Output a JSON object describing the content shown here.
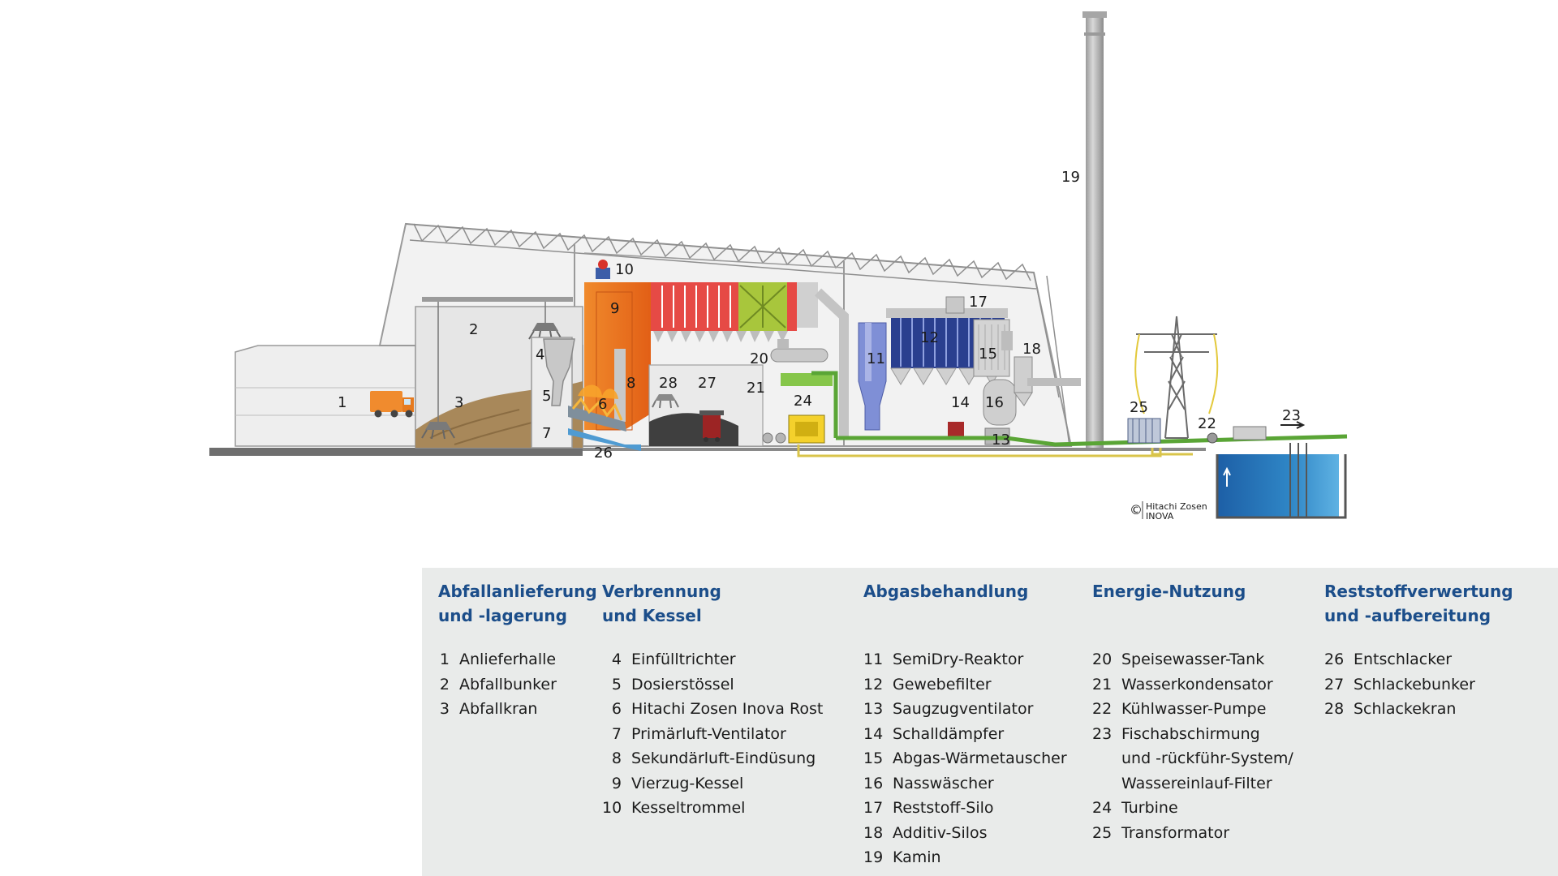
{
  "diagram": {
    "callouts": [
      "1",
      "2",
      "3",
      "4",
      "5",
      "6",
      "7",
      "8",
      "9",
      "10",
      "11",
      "12",
      "13",
      "14",
      "15",
      "16",
      "17",
      "18",
      "19",
      "20",
      "21",
      "22",
      "23",
      "24",
      "25",
      "26",
      "27",
      "28"
    ],
    "copyright": {
      "symbol": "©",
      "line1": "Hitachi Zosen",
      "line2": "INOVA"
    },
    "colors": {
      "building": "#eeeeee",
      "boiler": "#ef7a22",
      "flue_red": "#e4303c",
      "flue_green": "#a4c23a",
      "filter_blue": "#2a3f8f",
      "pipe_green": "#5aa536",
      "pipe_yellow": "#d9c44a",
      "water": "#2b7fc0",
      "legend_heading": "#1c4e8a"
    }
  },
  "legend": {
    "columns": [
      {
        "heading": "Abfallanlieferung\nund -lagerung",
        "items": [
          {
            "num": "1",
            "label": "Anlieferhalle"
          },
          {
            "num": "2",
            "label": "Abfallbunker"
          },
          {
            "num": "3",
            "label": "Abfallkran"
          }
        ]
      },
      {
        "heading": "Verbrennung\nund Kessel",
        "items": [
          {
            "num": "4",
            "label": "Einfülltrichter"
          },
          {
            "num": "5",
            "label": "Dosierstössel"
          },
          {
            "num": "6",
            "label": "Hitachi Zosen Inova Rost"
          },
          {
            "num": "7",
            "label": "Primärluft-Ventilator"
          },
          {
            "num": "8",
            "label": "Sekundärluft-Eindüsung"
          },
          {
            "num": "9",
            "label": "Vierzug-Kessel"
          },
          {
            "num": "10",
            "label": "Kesseltrommel"
          }
        ]
      },
      {
        "heading": "Abgasbehandlung",
        "items": [
          {
            "num": "11",
            "label": "SemiDry-Reaktor"
          },
          {
            "num": "12",
            "label": "Gewebefilter"
          },
          {
            "num": "13",
            "label": "Saugzugventilator"
          },
          {
            "num": "14",
            "label": "Schalldämpfer"
          },
          {
            "num": "15",
            "label": "Abgas-Wärmetauscher"
          },
          {
            "num": "16",
            "label": "Nasswäscher"
          },
          {
            "num": "17",
            "label": "Reststoff-Silo"
          },
          {
            "num": "18",
            "label": "Additiv-Silos"
          },
          {
            "num": "19",
            "label": "Kamin"
          }
        ]
      },
      {
        "heading": "Energie-Nutzung",
        "items": [
          {
            "num": "20",
            "label": "Speisewasser-Tank"
          },
          {
            "num": "21",
            "label": "Wasserkondensator"
          },
          {
            "num": "22",
            "label": "Kühlwasser-Pumpe"
          },
          {
            "num": "23",
            "label": "Fischabschirmung"
          },
          {
            "num": "",
            "label": "und -rückführ-System/"
          },
          {
            "num": "",
            "label": "Wassereinlauf-Filter"
          },
          {
            "num": "24",
            "label": "Turbine"
          },
          {
            "num": "25",
            "label": "Transformator"
          }
        ]
      },
      {
        "heading": "Reststoffverwertung\nund -aufbereitung",
        "items": [
          {
            "num": "26",
            "label": "Entschlacker"
          },
          {
            "num": "27",
            "label": "Schlackebunker"
          },
          {
            "num": "28",
            "label": "Schlackekran"
          }
        ]
      }
    ]
  }
}
